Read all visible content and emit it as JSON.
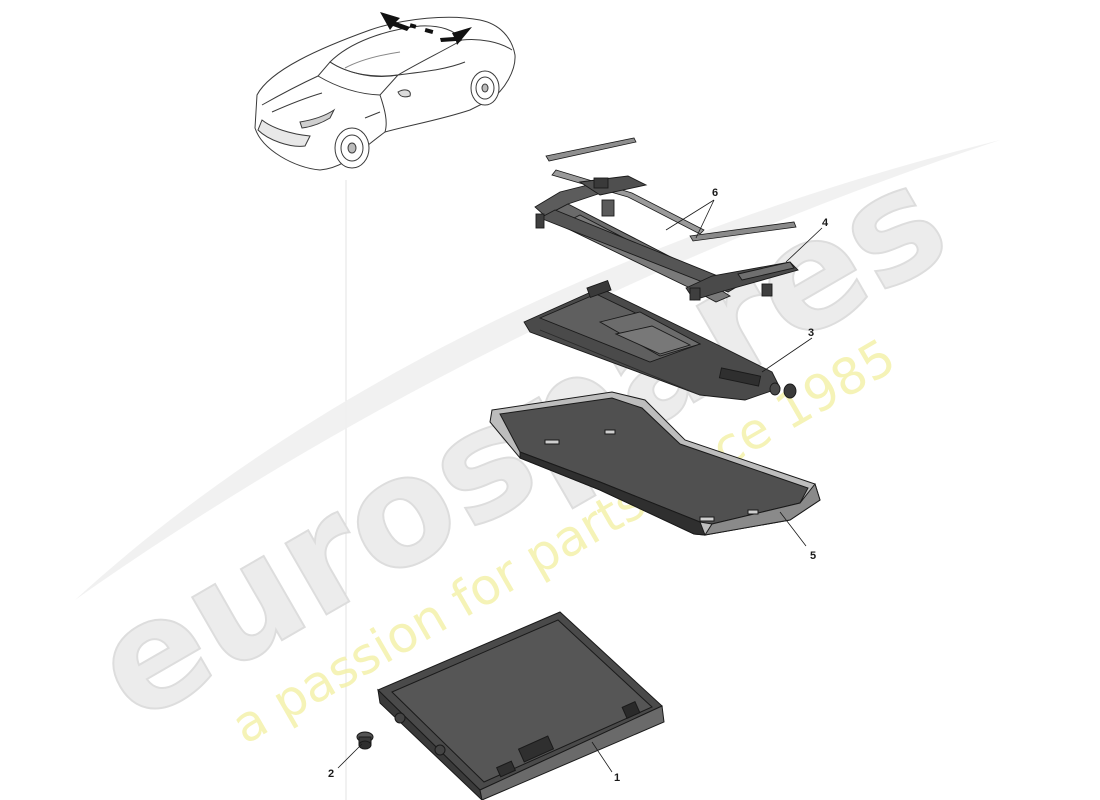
{
  "watermark": {
    "brand": "eurospares",
    "tagline": "a passion for parts since 1985",
    "brand_color": "#e3e3e3",
    "tagline_color": "#f3f0a6"
  },
  "callouts": [
    "1",
    "2",
    "3",
    "4",
    "5",
    "6"
  ],
  "colors": {
    "outline": "#1a1a1a",
    "dark_part": "#3d3d3d",
    "mid_part": "#6e6e6e",
    "light_part": "#b9b9b9",
    "tray_fill": "#4a4a4a"
  }
}
